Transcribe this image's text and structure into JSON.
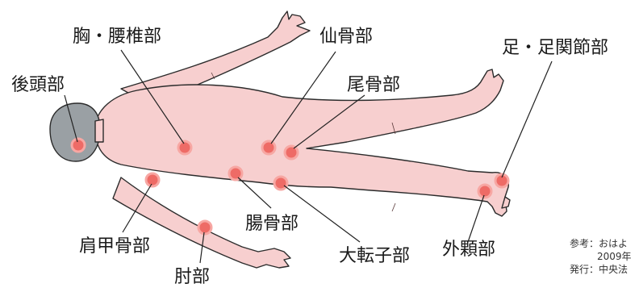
{
  "labels": {
    "occipital": "後頭部",
    "chest_lumbar": "胸・腰椎部",
    "sacrum": "仙骨部",
    "coccyx": "尾骨部",
    "foot": "足・足関節部",
    "scapula": "肩甲骨部",
    "elbow": "肘部",
    "ilium": "腸骨部",
    "trochanter": "大転子部",
    "malleolus": "外顆部"
  },
  "reference": {
    "line1": "参考：おはよ",
    "line2": "2009年",
    "line3": "発行：中央法"
  },
  "colors": {
    "body_fill": "#f7cfcf",
    "body_stroke": "#2b2b2b",
    "head_fill": "#9aa0a4",
    "dot_fill": "#ee6b66",
    "leader": "#222222"
  }
}
